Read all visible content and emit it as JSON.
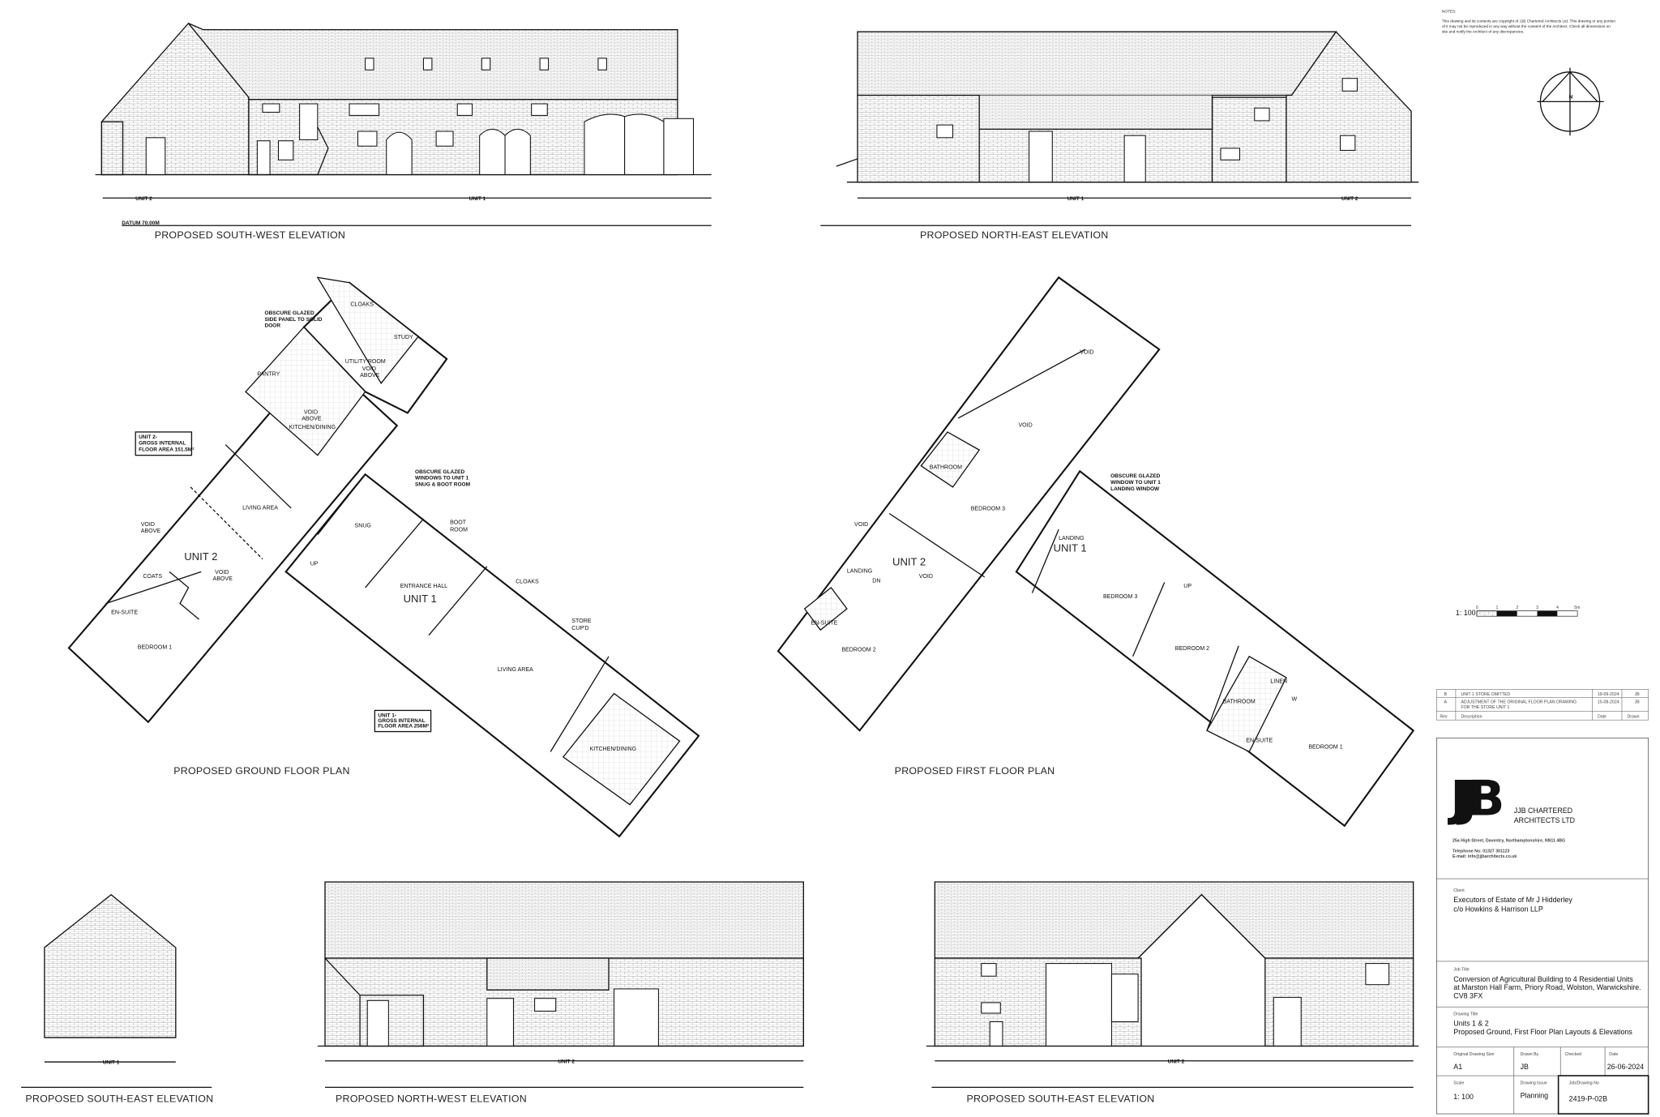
{
  "notes": {
    "heading": "NOTES:",
    "lines": [
      "This drawing and its contents are copyright of JJB Chartered Architects Ltd. This drawing or any portion",
      "of it may not be reproduced in any way without the consent of the Architect. Check all dimensions on",
      "site and notify the Architect of any discrepancies."
    ],
    "north_label": "N"
  },
  "elevations": {
    "south_west": {
      "title": "PROPOSED SOUTH-WEST ELEVATION",
      "dim_left": "UNIT 2",
      "dim_right": "UNIT 1",
      "datum": "DATUM 70.00M"
    },
    "north_east": {
      "title": "PROPOSED NORTH-EAST ELEVATION",
      "dim_left": "UNIT 1",
      "dim_right": "UNIT 2"
    },
    "south_east_small": {
      "title": "PROPOSED SOUTH-EAST ELEVATION",
      "dim": "UNIT 1"
    },
    "north_west": {
      "title": "PROPOSED NORTH-WEST ELEVATION",
      "dim": "UNIT 2"
    },
    "south_east": {
      "title": "PROPOSED SOUTH-EAST ELEVATION",
      "dim": "UNIT 2"
    }
  },
  "ground_plan": {
    "title": "PROPOSED GROUND FLOOR PLAN",
    "unit2_label": "UNIT 2",
    "unit1_label": "UNIT 1",
    "rooms": {
      "cloaks_top": "CLOAKS",
      "study": "STUDY",
      "utility": "UTILITY ROOM",
      "void_above": "VOID",
      "above": "ABOVE",
      "pantry": "PANTRY",
      "kitchen_u2": "KITCHEN/DINING",
      "living_u2": "LIVING AREA",
      "coats": "COATS",
      "ensuite": "EN-SUITE",
      "bedroom1": "BEDROOM 1",
      "snug": "SNUG",
      "boot": "BOOT",
      "room": "ROOM",
      "entrance_hall": "ENTRANCE HALL",
      "cloaks_u1": "CLOAKS",
      "store": "STORE",
      "cupd": "CUP'D",
      "living_u1": "LIVING AREA",
      "kitchen_u1": "KITCHEN/DINING",
      "up": "UP"
    },
    "annotations": {
      "obscure_panel": [
        "OBSCURE GLAZED",
        "SIDE PANEL TO SOLID",
        "DOOR"
      ],
      "obscure_windows": [
        "OBSCURE GLAZED",
        "WINDOWS TO UNIT 1",
        "SNUG & BOOT ROOM"
      ],
      "unit2_area": [
        "UNIT 2-",
        "GROSS INTERNAL",
        "FLOOR AREA 151.5M²"
      ],
      "unit1_area": [
        "UNIT 1-",
        "GROSS INTERNAL",
        "FLOOR AREA 256M²"
      ]
    }
  },
  "first_plan": {
    "title": "PROPOSED FIRST FLOOR PLAN",
    "unit2_label": "UNIT 2",
    "unit1_label": "UNIT 1",
    "rooms": {
      "void_top": "VOID",
      "void_mid": "VOID",
      "bathroom_u2": "BATHROOM",
      "bedroom3_u2": "BEDROOM 3",
      "void_left": "VOID",
      "void_centre": "VOID",
      "landing_u2": "LANDING",
      "ensuite_u2": "EN-SUITE",
      "bedroom2_u2": "BEDROOM 2",
      "landing_u1": "LANDING",
      "bedroom3_u1": "BEDROOM 3",
      "bedroom2_u1": "BEDROOM 2",
      "linen": "LINEN",
      "w": "W",
      "bathroom_u1": "BATHROOM",
      "ensuite_u1": "EN-SUITE",
      "bedroom1_u1": "BEDROOM 1",
      "dn": "DN",
      "up": "UP"
    },
    "annotations": {
      "obscure_window": [
        "OBSCURE GLAZED",
        "WINDOW TO UNIT 1",
        "LANDING WINDOW"
      ]
    }
  },
  "scale_bar": {
    "label": "1: 100",
    "ticks": [
      "0",
      "1",
      "2",
      "3",
      "4",
      "5m"
    ]
  },
  "revisions": {
    "headers": [
      "Rev",
      "Description",
      "Date",
      "Drawn"
    ],
    "rows": [
      {
        "rev": "B",
        "desc": [
          "UNIT 1 STORE OMITTED"
        ],
        "date": "18-09-2024",
        "drawn": "JB"
      },
      {
        "rev": "A",
        "desc": [
          "ADJUSTMENT OF THE ORIGINAL FLOOR PLAN DRAWING",
          "FOR THE STORE UNIT 1"
        ],
        "date": "15-08-2024",
        "drawn": "JB"
      }
    ]
  },
  "title_block": {
    "logo_text": "JJB",
    "company": [
      "JJB CHARTERED",
      "ARCHITECTS LTD"
    ],
    "address": "25a High Street, Daventry, Northamptonshire, NN11 4BG",
    "telephone": "Telephone No: 01327 301123",
    "email": "E-mail: info@jjbarchitects.co.uk",
    "client_label": "Client",
    "client": [
      "Executors of Estate of Mr J Hidderley",
      "c/o Howkins & Harrison LLP"
    ],
    "job_title_label": "Job Title",
    "job_title": [
      "Conversion of Agricultural Building to 4 Residential Units",
      "at Marston Hall Farm, Priory Road, Wolston, Warwickshire.",
      "CV8 3FX"
    ],
    "drawing_title_label": "Drawing Title",
    "drawing_title": [
      "Units 1 & 2",
      "Proposed Ground, First Floor Plan Layouts & Elevations"
    ],
    "size_label": "Original Drawing Size",
    "size": "A1",
    "drawn_by_label": "Drawn By",
    "drawn_by": "JB",
    "checked_label": "Checked",
    "checked": "",
    "date_label": "Date",
    "date": "26-06-2024",
    "scale_label": "Scale",
    "scale": "1: 100",
    "issue_label": "Drawing Issue",
    "issue": "Planning",
    "drawing_no_label": "Job/Drawing No",
    "drawing_no": "2419-P-02B"
  }
}
